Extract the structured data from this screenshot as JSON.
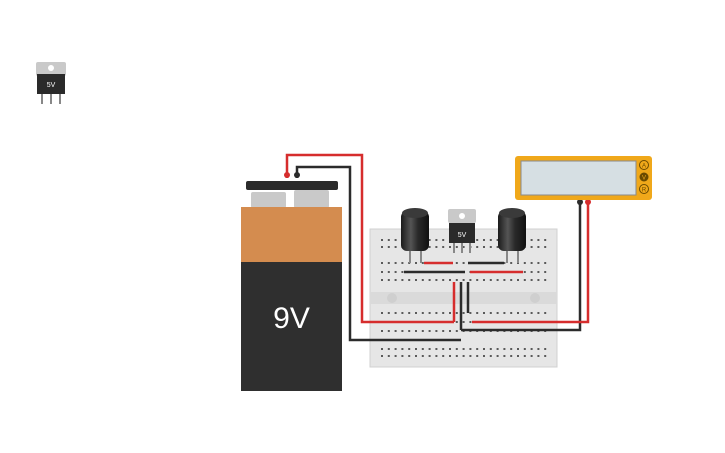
{
  "palette_item": {
    "label": "5V"
  },
  "battery": {
    "label": "9V"
  },
  "regulator": {
    "label": "5V"
  },
  "multimeter": {
    "display": "",
    "modes": [
      "A",
      "V",
      "R"
    ],
    "selected_mode": "V"
  },
  "colors": {
    "wire_positive": "#d62d2d",
    "wire_negative": "#2b2b2b",
    "battery_top": "#d48c4f",
    "battery_body": "#2f2f2f",
    "multimeter_frame": "#f0a81a",
    "multimeter_screen": "#d6dfe3",
    "breadboard": "#e6e6e6"
  }
}
